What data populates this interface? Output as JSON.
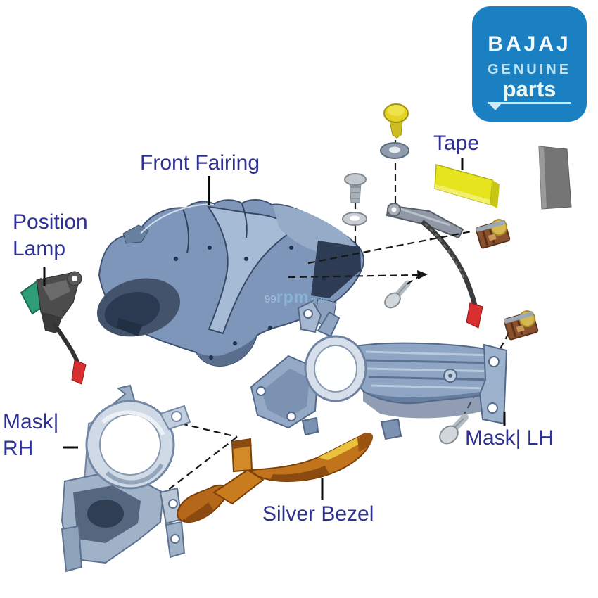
{
  "logo": {
    "brand": "BAJAJ",
    "genuine": "GENUINE",
    "parts": "parts"
  },
  "labels": {
    "front_fairing": "Front Fairing",
    "position_lamp": "Position Lamp",
    "tape": "Tape",
    "mask_rh": "Mask| RH",
    "mask_lh": "Mask| LH",
    "silver_bezel": "Silver Bezel"
  },
  "watermark": {
    "prefix": "99",
    "mid": "rpm",
    "suffix": ".com"
  },
  "colors": {
    "label_text": "#2e3192",
    "logo_blue": "#1a80c2",
    "fairing_blue": "#7e96ba",
    "tape_yellow": "#e6e41f",
    "tape_grey": "#757575",
    "bezel_orange": "#c2741c",
    "connector_brown": "#8a512e",
    "lamp_lens_green": "#2f9e78",
    "wire_tip_red": "#d83030"
  }
}
